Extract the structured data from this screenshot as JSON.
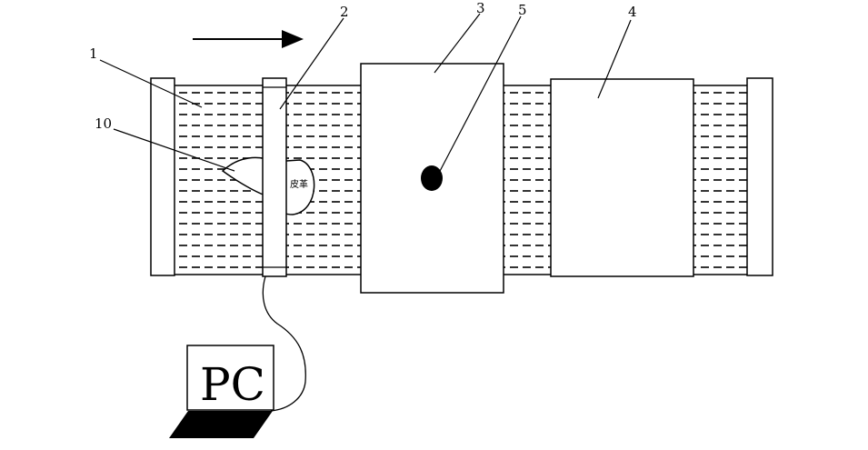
{
  "labels": {
    "ref_1": "1",
    "ref_2": "2",
    "ref_3": "3",
    "ref_4": "4",
    "ref_5": "5",
    "ref_10": "10",
    "leather": "皮革",
    "pc": "PC"
  },
  "components": {
    "conveyor_belt": {
      "ref": "1",
      "style": "dashed-fill"
    },
    "sensor_frame": {
      "ref": "2"
    },
    "unit_3": {
      "ref": "3"
    },
    "unit_4": {
      "ref": "4"
    },
    "marker_dot": {
      "ref": "5",
      "color": "#000000"
    },
    "leather_piece": {
      "ref": "10"
    },
    "computer": {
      "label": "PC"
    }
  },
  "flow_direction": "right",
  "colors": {
    "line": "#000000",
    "background": "#ffffff",
    "dash": "#000000"
  }
}
